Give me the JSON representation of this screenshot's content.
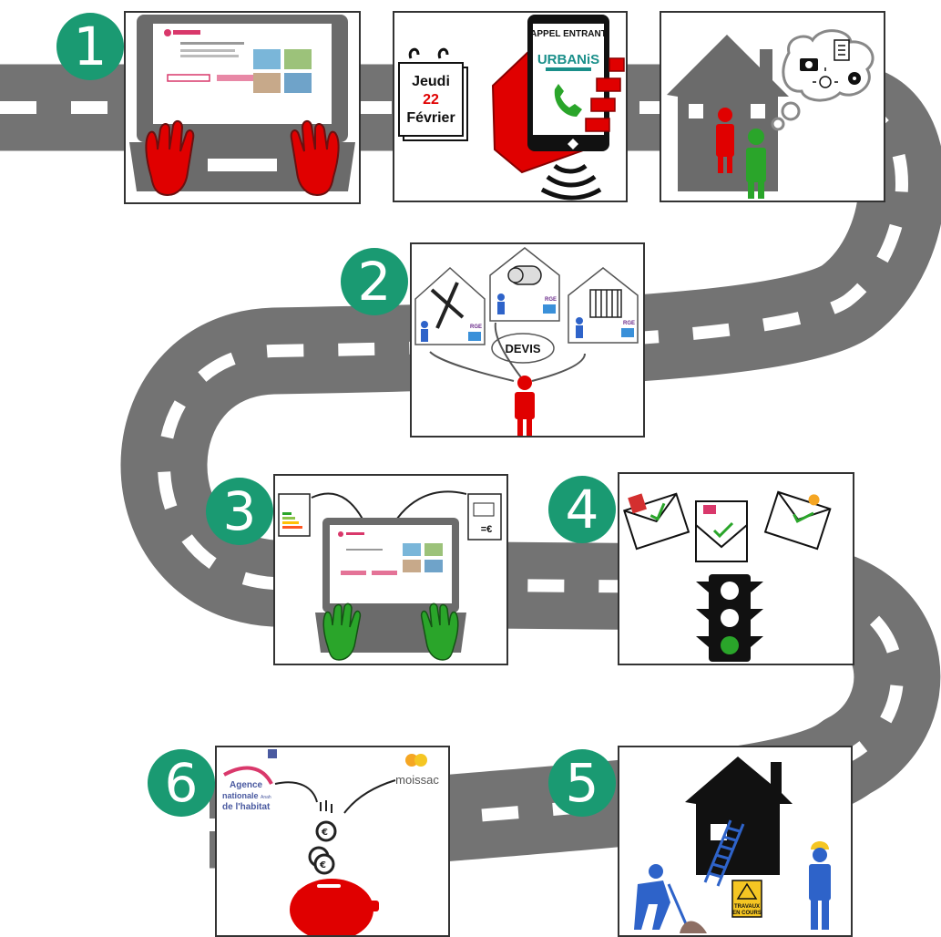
{
  "steps": [
    "1",
    "2",
    "3",
    "4",
    "5",
    "6"
  ],
  "calendar": {
    "day": "Jeudi",
    "date": "22",
    "month": "Février"
  },
  "phone": {
    "call_label": "APPEL ENTRANT",
    "brand": "URBANiS"
  },
  "quote": {
    "label": "DEVIS",
    "cert_badge": "RGE"
  },
  "bill": {
    "symbol": "=€"
  },
  "works_sign": {
    "line1": "TRAVAUX",
    "line2": "EN COURS"
  },
  "funders": {
    "anah_line1": "Agence",
    "anah_line2": "nationale",
    "anah_line3": "de l'habitat",
    "anah_small": "Anah",
    "city": "moissac"
  },
  "colors": {
    "badge": "#1a9a72",
    "road": "#737373",
    "red": "#e00000",
    "green": "#2aa52a",
    "blue": "#2e63c9"
  }
}
